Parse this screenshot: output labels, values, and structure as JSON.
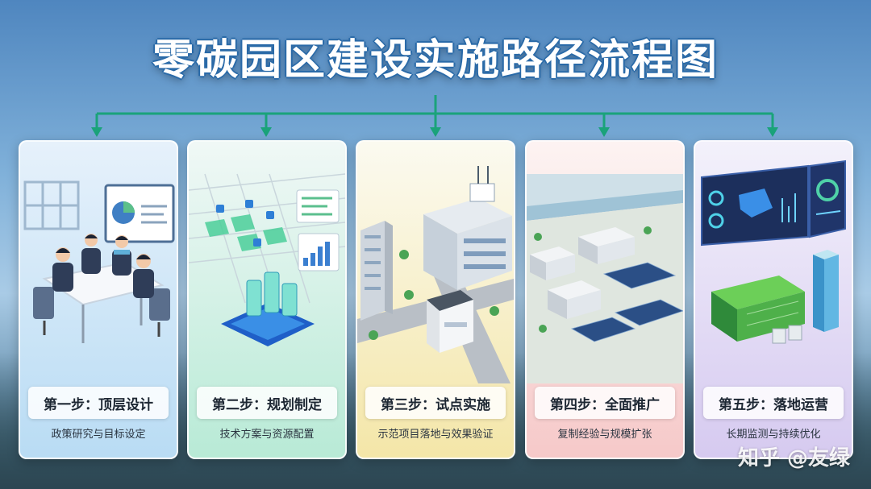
{
  "title": "零碳园区建设实施路径流程图",
  "steps": [
    {
      "title": "第一步：顶层设计",
      "desc": "政策研究与目标设定"
    },
    {
      "title": "第二步：规划制定",
      "desc": "技术方案与资源配置"
    },
    {
      "title": "第三步：试点实施",
      "desc": "示范项目落地与效果验证"
    },
    {
      "title": "第四步：全面推广",
      "desc": "复制经验与规模扩张"
    },
    {
      "title": "第五步：落地运营",
      "desc": "长期监测与持续优化"
    }
  ],
  "watermark": "知乎 @友绿",
  "colors": {
    "connector": "#1aa37a",
    "title_outline": "#2a6aa8"
  },
  "icons": [
    "meeting-icon",
    "planning-map-icon",
    "pilot-building-icon",
    "industrial-park-icon",
    "operations-dashboard-icon"
  ]
}
